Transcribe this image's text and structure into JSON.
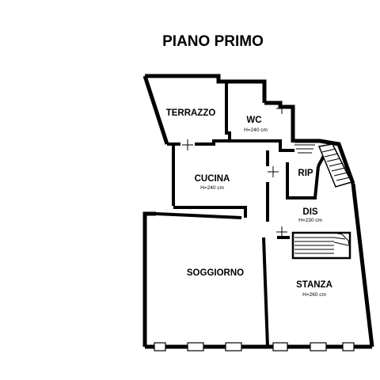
{
  "title": "PIANO PRIMO",
  "rooms": {
    "terrazzo": {
      "name": "TERRAZZO"
    },
    "wc": {
      "name": "WC",
      "height": "H=240 cm"
    },
    "cucina": {
      "name": "CUCINA",
      "height": "H=240 cm"
    },
    "rip": {
      "name": "RIP"
    },
    "dis": {
      "name": "DIS",
      "height": "H=230 cm"
    },
    "soggiorno": {
      "name": "SOGGIORNO"
    },
    "stanza": {
      "name": "STANZA",
      "height": "H=260 cm"
    }
  }
}
